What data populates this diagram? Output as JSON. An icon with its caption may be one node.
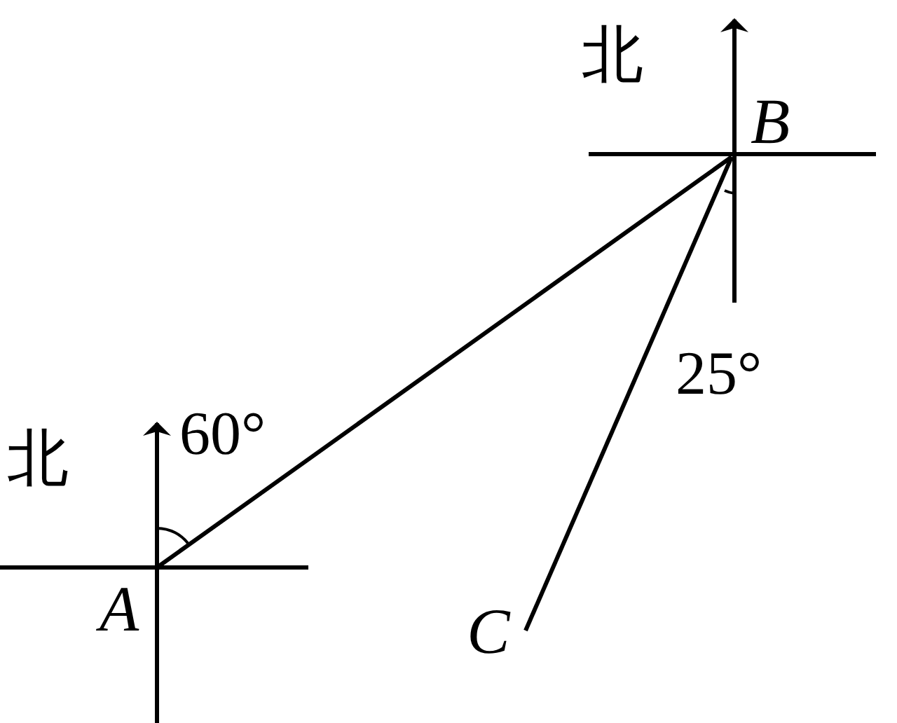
{
  "diagram": {
    "nodes": [
      {
        "text": [
          "B"
        ]
      },
      {
        "text": [
          "A"
        ]
      },
      {
        "text": [
          "C"
        ]
      }
    ],
    "edges": [
      {
        "from": 1,
        "to": 0,
        "arrow": "none"
      },
      {
        "from": 0,
        "to": 2,
        "arrow": "none"
      }
    ],
    "labels": [
      "北",
      "25°",
      "北",
      "60°"
    ]
  }
}
